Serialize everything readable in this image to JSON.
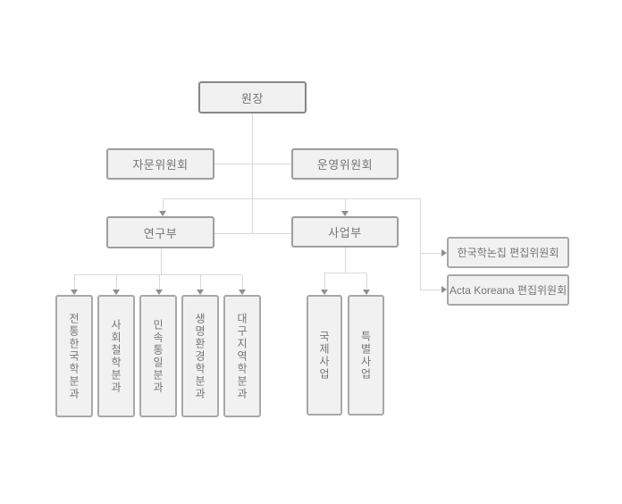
{
  "org_chart": {
    "nodes": {
      "director": {
        "label": "원장"
      },
      "advisory_committee": {
        "label": "자문위원회"
      },
      "steering_committee": {
        "label": "운영위원회"
      },
      "research_dept": {
        "label": "연구부"
      },
      "business_dept": {
        "label": "사업부"
      },
      "editorial_committees": [
        {
          "label": "한국학논집 편집위원회"
        },
        {
          "label": "Acta Koreana 편집위원회"
        }
      ],
      "research_divisions": [
        {
          "label": "전통한국학분과"
        },
        {
          "label": "사회철학분과"
        },
        {
          "label": "민속통일분과"
        },
        {
          "label": "생명환경학분과"
        },
        {
          "label": "대구지역학분과"
        }
      ],
      "business_divisions": [
        {
          "label": "국제사업"
        },
        {
          "label": "특별사업"
        }
      ]
    }
  },
  "colors": {
    "background": "#ffffff",
    "box_fill": "#f1f1f1",
    "box_border": "#9e9e9e",
    "box_border_dark": "#878787",
    "box_border_light": "#a8a8a8",
    "line": "#d9d9d9",
    "arrow": "#8f8f8f",
    "text": "#757575"
  }
}
